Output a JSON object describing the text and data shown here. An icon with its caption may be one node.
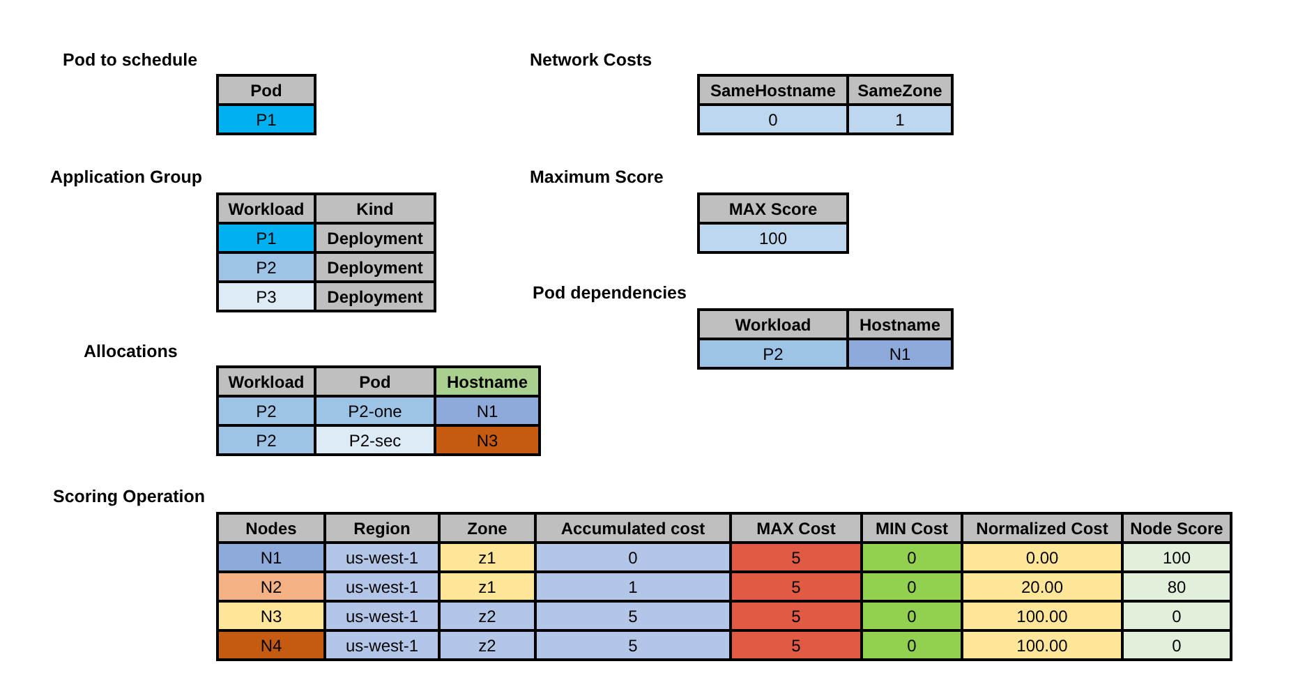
{
  "diagram": {
    "nodes": [
      {
        "text": [
          "Pod to schedule"
        ]
      },
      {
        "text": [
          "Pod"
        ],
        "in": 0
      },
      {
        "text": [
          "P1"
        ],
        "in": 0
      },
      {
        "text": [
          "Network Costs"
        ]
      },
      {
        "text": [
          "SameHostname"
        ],
        "in": 3
      },
      {
        "text": [
          "SameZone"
        ],
        "in": 3
      },
      {
        "text": [
          "0"
        ],
        "in": 3
      },
      {
        "text": [
          "1"
        ],
        "in": 3
      },
      {
        "text": [
          "Application Group"
        ]
      },
      {
        "text": [
          "Workload"
        ],
        "in": 8
      },
      {
        "text": [
          "Kind"
        ],
        "in": 8
      },
      {
        "text": [
          "P1"
        ],
        "in": 8
      },
      {
        "text": [
          "Deployment"
        ],
        "in": 8
      },
      {
        "text": [
          "P2"
        ],
        "in": 8
      },
      {
        "text": [
          "Deployment"
        ],
        "in": 8
      },
      {
        "text": [
          "P3"
        ],
        "in": 8
      },
      {
        "text": [
          "Deployment"
        ],
        "in": 8
      },
      {
        "text": [
          "Maximum Score"
        ]
      },
      {
        "text": [
          "MAX Score"
        ],
        "in": 17
      },
      {
        "text": [
          "100"
        ],
        "in": 17
      },
      {
        "text": [
          "Pod dependencies"
        ]
      },
      {
        "text": [
          "Workload"
        ],
        "in": 20
      },
      {
        "text": [
          "Hostname"
        ],
        "in": 20
      },
      {
        "text": [
          "P2"
        ],
        "in": 20
      },
      {
        "text": [
          "N1"
        ],
        "in": 20
      },
      {
        "text": [
          "Allocations"
        ]
      },
      {
        "text": [
          "Workload"
        ],
        "in": 25
      },
      {
        "text": [
          "Pod"
        ],
        "in": 25
      },
      {
        "text": [
          "Hostname"
        ],
        "in": 25
      },
      {
        "text": [
          "P2"
        ],
        "in": 25
      },
      {
        "text": [
          "P2-one"
        ],
        "in": 25
      },
      {
        "text": [
          "N1"
        ],
        "in": 25
      },
      {
        "text": [
          "P2"
        ],
        "in": 25
      },
      {
        "text": [
          "P2-sec"
        ],
        "in": 25
      },
      {
        "text": [
          "N3"
        ],
        "in": 25
      },
      {
        "text": [
          "Scoring Operation"
        ]
      },
      {
        "text": [
          "Nodes"
        ],
        "in": 35
      },
      {
        "text": [
          "Region"
        ],
        "in": 35
      },
      {
        "text": [
          "Zone"
        ],
        "in": 35
      },
      {
        "text": [
          "Accumulated cost"
        ],
        "in": 35
      },
      {
        "text": [
          "MAX Cost"
        ],
        "in": 35
      },
      {
        "text": [
          "MIN Cost"
        ],
        "in": 35
      },
      {
        "text": [
          "Normalized Cost"
        ],
        "in": 35
      },
      {
        "text": [
          "Node Score"
        ],
        "in": 35
      },
      {
        "text": [
          "N1"
        ],
        "in": 35
      },
      {
        "text": [
          "us-west-1"
        ],
        "in": 35
      },
      {
        "text": [
          "z1"
        ],
        "in": 35
      },
      {
        "text": [
          "0"
        ],
        "in": 35
      },
      {
        "text": [
          "5"
        ],
        "in": 35
      },
      {
        "text": [
          "0"
        ],
        "in": 35
      },
      {
        "text": [
          "0.00"
        ],
        "in": 35
      },
      {
        "text": [
          "100"
        ],
        "in": 35
      },
      {
        "text": [
          "N2"
        ],
        "in": 35
      },
      {
        "text": [
          "us-west-1"
        ],
        "in": 35
      },
      {
        "text": [
          "z1"
        ],
        "in": 35
      },
      {
        "text": [
          "1"
        ],
        "in": 35
      },
      {
        "text": [
          "5"
        ],
        "in": 35
      },
      {
        "text": [
          "0"
        ],
        "in": 35
      },
      {
        "text": [
          "20.00"
        ],
        "in": 35
      },
      {
        "text": [
          "80"
        ],
        "in": 35
      },
      {
        "text": [
          "N3"
        ],
        "in": 35
      },
      {
        "text": [
          "us-west-1"
        ],
        "in": 35
      },
      {
        "text": [
          "z2"
        ],
        "in": 35
      },
      {
        "text": [
          "5"
        ],
        "in": 35
      },
      {
        "text": [
          "5"
        ],
        "in": 35
      },
      {
        "text": [
          "0"
        ],
        "in": 35
      },
      {
        "text": [
          "100.00"
        ],
        "in": 35
      },
      {
        "text": [
          "0"
        ],
        "in": 35
      },
      {
        "text": [
          "N4"
        ],
        "in": 35
      },
      {
        "text": [
          "us-west-1"
        ],
        "in": 35
      },
      {
        "text": [
          "z2"
        ],
        "in": 35
      },
      {
        "text": [
          "5"
        ],
        "in": 35
      },
      {
        "text": [
          "5"
        ],
        "in": 35
      },
      {
        "text": [
          "0"
        ],
        "in": 35
      },
      {
        "text": [
          "100.00"
        ],
        "in": 35
      },
      {
        "text": [
          "0"
        ],
        "in": 35
      }
    ]
  }
}
